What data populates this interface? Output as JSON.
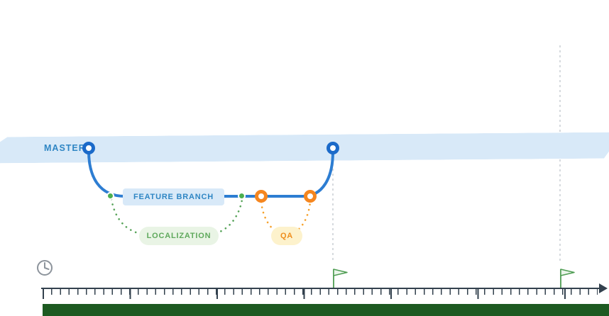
{
  "diagram": {
    "labels": {
      "master": "MASTER",
      "feature_branch": "FEATURE BRANCH",
      "localization": "LOCALIZATION",
      "qa": "QA"
    },
    "structure": {
      "type": "branching-timeline",
      "branches": [
        {
          "name": "master",
          "commits": 2,
          "style": "solid lane band"
        },
        {
          "name": "feature-branch",
          "from": "master",
          "to": "master",
          "style": "solid blue line"
        },
        {
          "name": "localization",
          "from": "feature-branch",
          "to": "feature-branch",
          "style": "dotted green curve"
        },
        {
          "name": "qa",
          "from": "feature-branch",
          "to": "feature-branch",
          "style": "dotted orange curve"
        }
      ],
      "milestones": 2,
      "timeline": {
        "minor_ticks": 64,
        "major_ticks": 7,
        "arrow": "right"
      }
    },
    "colors": {
      "master_band": "#d8e9f8",
      "master_text": "#2f86c4",
      "branch_line_blue": "#2d7dd2",
      "commit_node_blue": "#1b6ac9",
      "feature_box_fill": "#d8e9f8",
      "localization_green": "#5fa95c",
      "localization_box_fill": "#e9f4e5",
      "qa_node_orange": "#f5861f",
      "qa_line_orange": "#f6a22c",
      "qa_box_fill": "#fdf2cc",
      "guide_dash_gray": "#c8cdd4",
      "timeline_dark": "#33414e",
      "flag_green": "#4f9d53",
      "bottom_bar_green": "#1d5a21"
    },
    "icons": {
      "clock": "clock-icon",
      "flag": "milestone-flag-icon",
      "commit": "commit-node",
      "merge": "merge-node"
    }
  }
}
